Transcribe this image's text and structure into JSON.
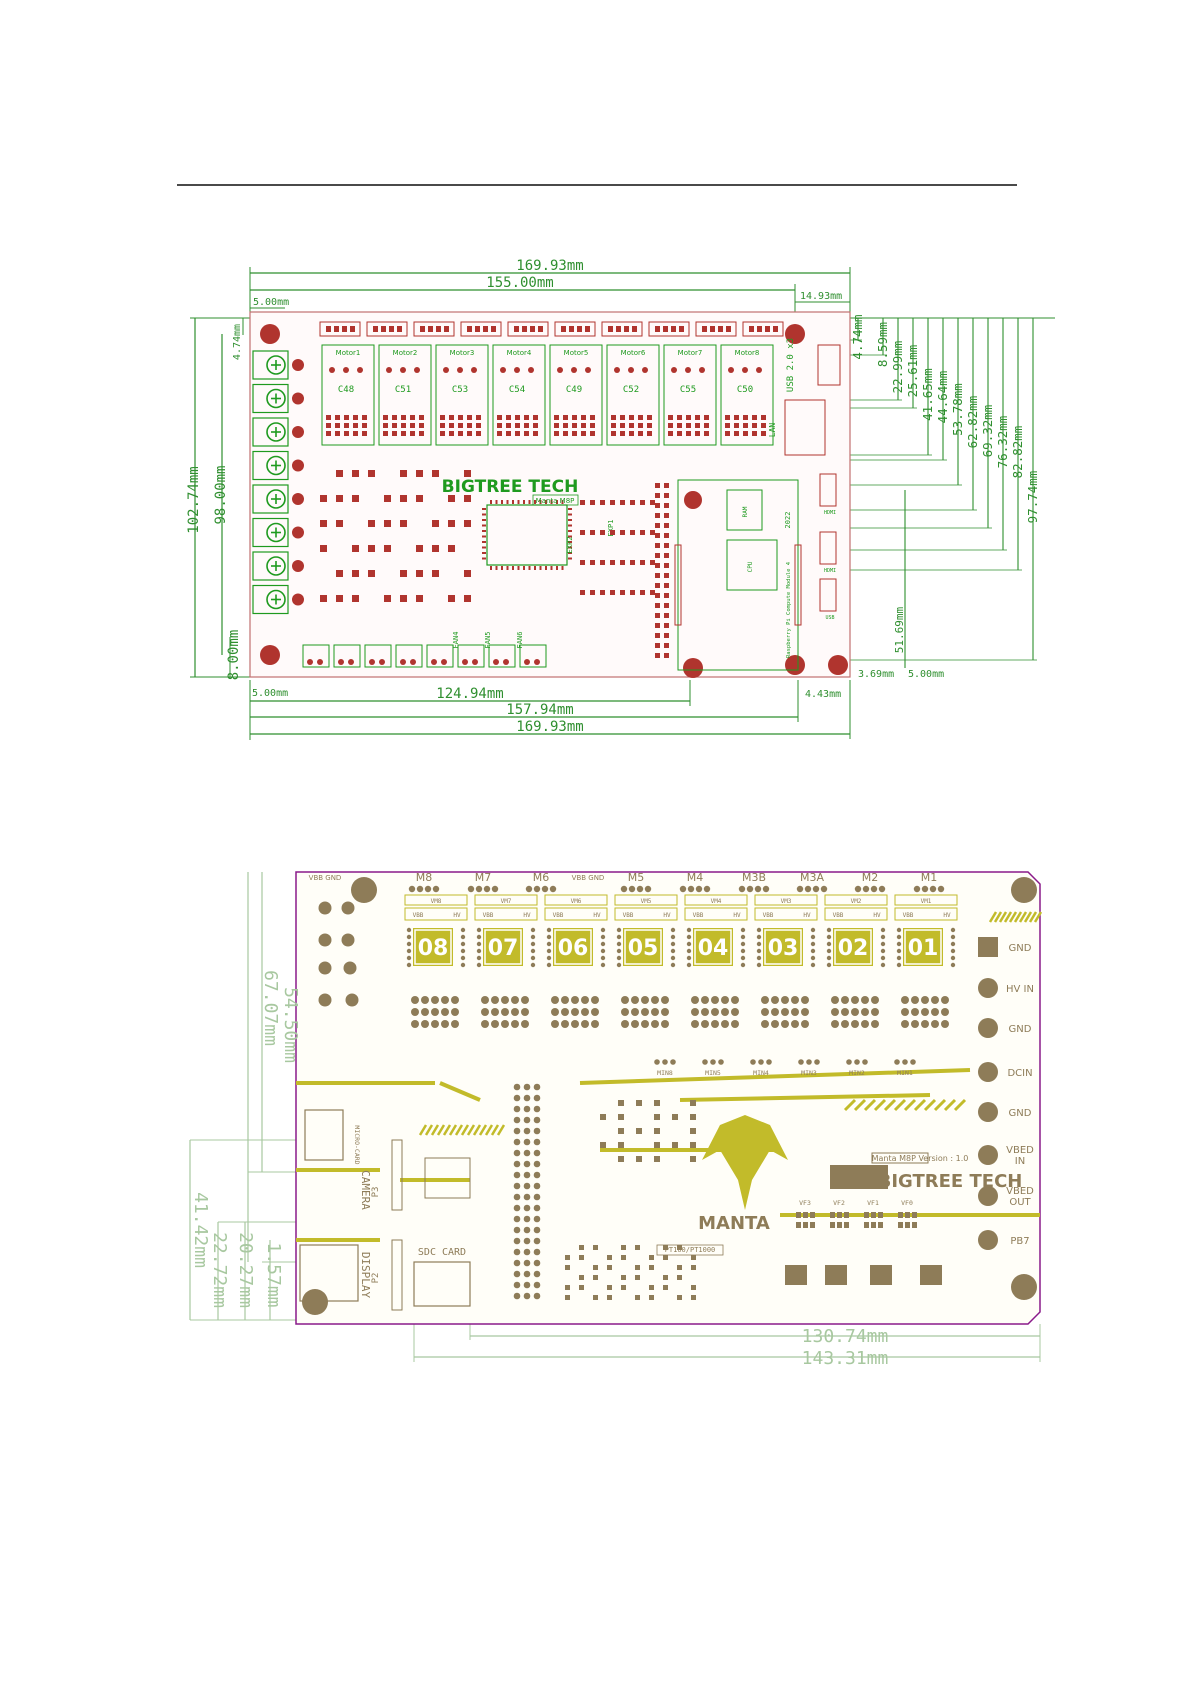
{
  "colors": {
    "dimension": "#2f8f2f",
    "copper": "#b0342e",
    "silk": "#1f9a1f",
    "pad_olive": "#8e7c58",
    "silk_yellow": "#c2bb2a",
    "outline_magenta": "#8a1a8a"
  },
  "top_board": {
    "dims_top": {
      "total_width": "169.93mm",
      "hole_pitch": "155.00mm",
      "left_offset": "5.00mm",
      "right_offset": "14.93mm"
    },
    "dims_left": {
      "total_height": "102.74mm",
      "hole_pitch_v": "98.00mm",
      "top_offset": "4.74mm",
      "bottom_offset": "8.00mm"
    },
    "dims_bottom": {
      "left_offset": "5.00mm",
      "d1": "124.94mm",
      "d2": "157.94mm",
      "total_width": "169.93mm",
      "right_offset": "4.43mm"
    },
    "dims_right": [
      "4.74mm",
      "8.59mm",
      "22.99mm",
      "25.61mm",
      "41.65mm",
      "44.64mm",
      "53.78mm",
      "62.82mm",
      "69.32mm",
      "76.32mm",
      "82.82mm",
      "97.74mm"
    ],
    "dim_cm4_hole": "51.69mm",
    "dim_bottom_right": [
      "3.69mm",
      "5.00mm"
    ],
    "motors": [
      "Motor1",
      "Motor2",
      "Motor3",
      "Motor4",
      "Motor5",
      "Motor6",
      "Motor7",
      "Motor8"
    ],
    "caps": [
      "C48",
      "C51",
      "C53",
      "C54",
      "C49",
      "C52",
      "C55",
      "C50"
    ],
    "brand": "BIGTREE TECH",
    "model": "Manta M8P",
    "usb_label": "USB 2.0 x3",
    "lan_label": "LAN",
    "exp1": "EXP1",
    "exp2": "EXP2",
    "cm4_label": "Raspberry Pi Compute Module 4",
    "ram": "RAM",
    "cpu": "CPU",
    "year": "2022",
    "fans": [
      "FAN4",
      "FAN5",
      "FAN6"
    ],
    "ports": [
      "HDMI",
      "HDMI",
      "USB"
    ]
  },
  "bottom_board": {
    "motor_headers": [
      "M8",
      "M7",
      "M6",
      "M5",
      "M4",
      "M3B",
      "M3A",
      "M2",
      "M1"
    ],
    "vbb_gnd": "VBB GND",
    "driver_numbers": [
      "08",
      "07",
      "06",
      "05",
      "04",
      "03",
      "02",
      "01"
    ],
    "vm_labels": [
      "VM8",
      "VM7",
      "VM6",
      "VM5",
      "VM4",
      "VM3",
      "VM2",
      "VM1"
    ],
    "vbb": "VBB",
    "hv": "HV",
    "power_labels": [
      "GND",
      "HV IN",
      "GND",
      "DCIN",
      "GND",
      "VBED IN",
      "VBED OUT",
      "PB7"
    ],
    "min_labels": [
      "MIN8",
      "MIN5",
      "MIN4",
      "MIN3",
      "MIN2",
      "MIN1"
    ],
    "brand": "BIGTREE TECH",
    "model_version": "Manta M8P   Version : 1.0",
    "manta": "MANTA",
    "pt": "PT100/PT1000",
    "camera": "CAMERA",
    "display": "DISPLAY",
    "p3": "P3",
    "p2": "P2",
    "sdc_card": "SDC CARD",
    "micro_sd": "MICRO-CARD",
    "vf_labels": [
      "VF3",
      "VF2",
      "VF1",
      "VF0"
    ],
    "dims_left": [
      "54.50mm",
      "67.07mm",
      "41.42mm",
      "22.72mm",
      "20.27mm",
      "1.57mm"
    ],
    "dims_bottom": [
      "130.74mm",
      "143.31mm"
    ]
  }
}
